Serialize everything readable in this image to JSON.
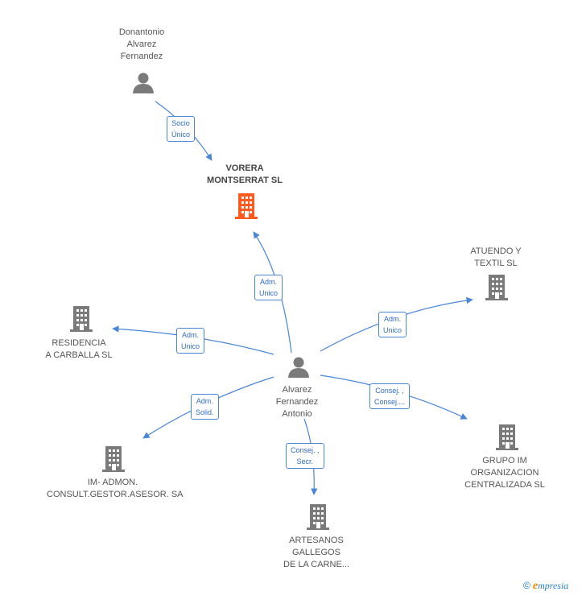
{
  "colors": {
    "edge": "#4a86d8",
    "main_company": "#ff5a1f",
    "company": "#7a7a7a",
    "person": "#7a7a7a"
  },
  "nodes": {
    "donantonio": {
      "lines": [
        "Donantonio",
        "Alvarez",
        "Fernandez"
      ],
      "icon": "person-icon"
    },
    "vorera": {
      "lines": [
        "VORERA",
        "MONTSERRAT SL"
      ],
      "icon": "building-icon"
    },
    "atuendo": {
      "lines": [
        "ATUENDO Y",
        "TEXTIL  SL"
      ],
      "icon": "building-icon"
    },
    "residencia": {
      "lines": [
        "RESIDENCIA",
        "A CARBALLA SL"
      ],
      "icon": "building-icon"
    },
    "alvarez": {
      "lines": [
        "Alvarez",
        "Fernandez",
        "Antonio"
      ],
      "icon": "person-icon"
    },
    "im_admon": {
      "lines": [
        "IM- ADMON.",
        "CONSULT.GESTOR.ASESOR. SA"
      ],
      "icon": "building-icon"
    },
    "grupo_im": {
      "lines": [
        "GRUPO IM",
        "ORGANIZACION",
        "CENTRALIZADA SL"
      ],
      "icon": "building-icon"
    },
    "artesanos": {
      "lines": [
        "ARTESANOS",
        "GALLEGOS",
        "DE LA CARNE..."
      ],
      "icon": "building-icon"
    }
  },
  "edges": {
    "socio": [
      "Socio",
      "Único"
    ],
    "adm_vorera": [
      "Adm.",
      "Unico"
    ],
    "adm_atuendo": [
      "Adm.",
      "Unico"
    ],
    "adm_residencia": [
      "Adm.",
      "Unico"
    ],
    "adm_solid": [
      "Adm.",
      "Solid."
    ],
    "consej_grupo": [
      "Consej. ,",
      "Consej...."
    ],
    "consej_secr": [
      "Consej. ,",
      "Secr."
    ]
  },
  "footer": {
    "copyright": "©",
    "brand_initial": "e",
    "brand_rest": "mpresia"
  }
}
